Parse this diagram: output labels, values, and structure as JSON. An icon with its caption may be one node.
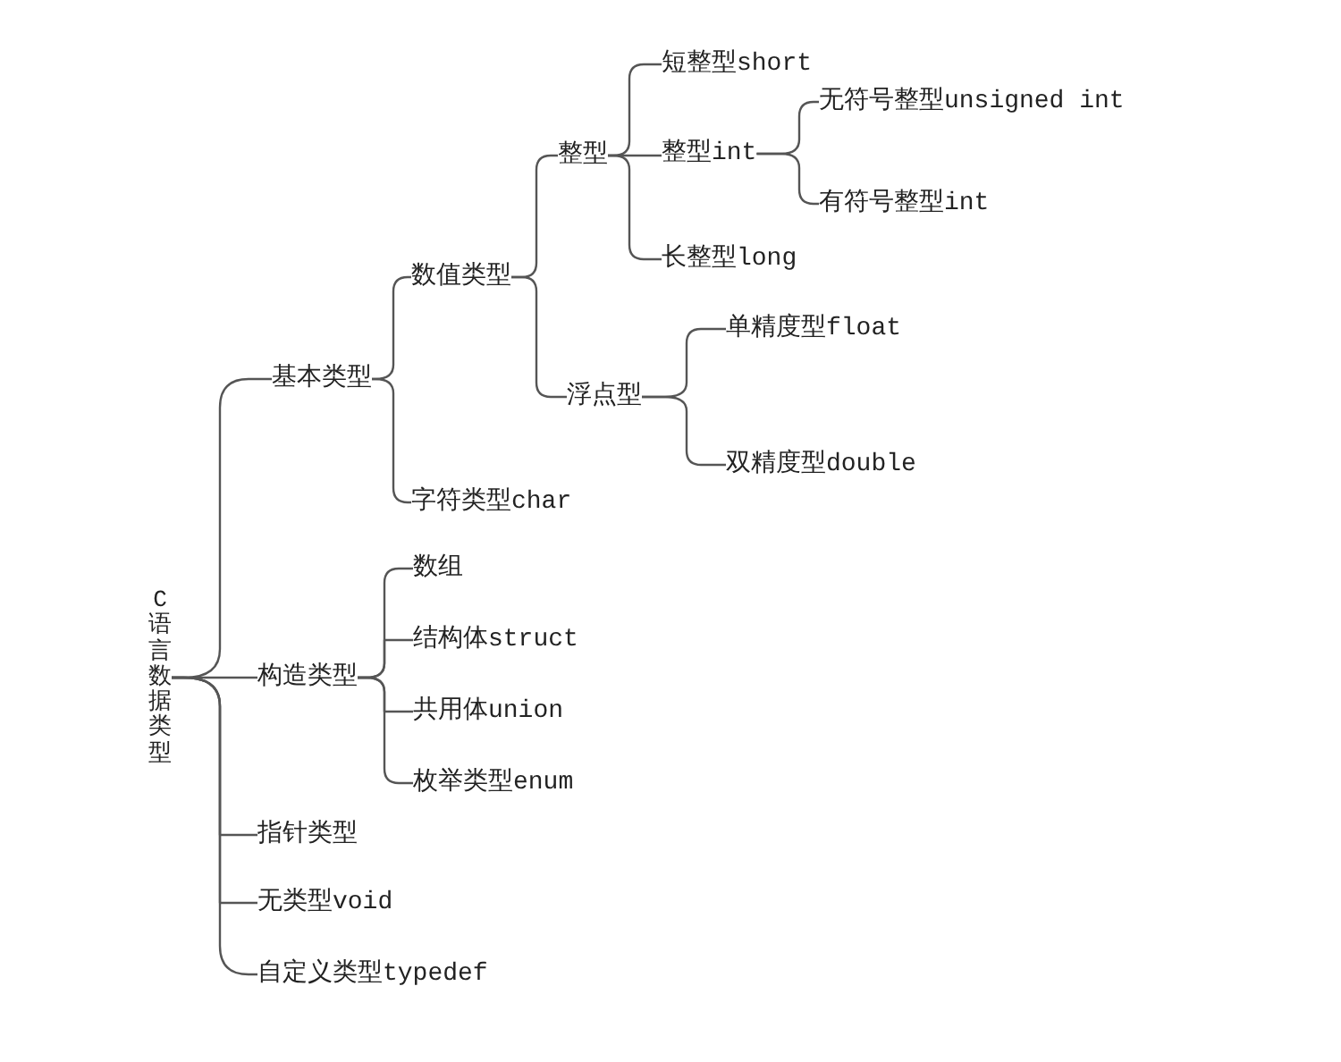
{
  "diagram": {
    "nodes": [
      {
        "text": [
          "C语言数据类型"
        ]
      },
      {
        "text": [
          "基本类型"
        ]
      },
      {
        "text": [
          "数值类型"
        ]
      },
      {
        "text": [
          "整型"
        ]
      },
      {
        "text": [
          "短整型short"
        ]
      },
      {
        "text": [
          "整型int"
        ]
      },
      {
        "text": [
          "无符号整型unsigned int"
        ]
      },
      {
        "text": [
          "有符号整型int"
        ]
      },
      {
        "text": [
          "长整型long"
        ]
      },
      {
        "text": [
          "浮点型"
        ]
      },
      {
        "text": [
          "单精度型float"
        ]
      },
      {
        "text": [
          "双精度型double"
        ]
      },
      {
        "text": [
          "字符类型char"
        ]
      },
      {
        "text": [
          "构造类型"
        ]
      },
      {
        "text": [
          "数组"
        ]
      },
      {
        "text": [
          "结构体struct"
        ]
      },
      {
        "text": [
          "共用体union"
        ]
      },
      {
        "text": [
          "枚举类型enum"
        ]
      },
      {
        "text": [
          "指针类型"
        ]
      },
      {
        "text": [
          "无类型void"
        ]
      },
      {
        "text": [
          "自定义类型typedef"
        ]
      }
    ],
    "edges": [
      {
        "from": 0,
        "to": 1,
        "arrow": "none"
      },
      {
        "from": 0,
        "to": 13,
        "arrow": "none"
      },
      {
        "from": 0,
        "to": 18,
        "arrow": "none"
      },
      {
        "from": 0,
        "to": 19,
        "arrow": "none"
      },
      {
        "from": 0,
        "to": 20,
        "arrow": "none"
      },
      {
        "from": 1,
        "to": 2,
        "arrow": "none"
      },
      {
        "from": 1,
        "to": 12,
        "arrow": "none"
      },
      {
        "from": 2,
        "to": 3,
        "arrow": "none"
      },
      {
        "from": 2,
        "to": 9,
        "arrow": "none"
      },
      {
        "from": 3,
        "to": 4,
        "arrow": "none"
      },
      {
        "from": 3,
        "to": 5,
        "arrow": "none"
      },
      {
        "from": 3,
        "to": 8,
        "arrow": "none"
      },
      {
        "from": 5,
        "to": 6,
        "arrow": "none"
      },
      {
        "from": 5,
        "to": 7,
        "arrow": "none"
      },
      {
        "from": 9,
        "to": 10,
        "arrow": "none"
      },
      {
        "from": 9,
        "to": 11,
        "arrow": "none"
      },
      {
        "from": 13,
        "to": 14,
        "arrow": "none"
      },
      {
        "from": 13,
        "to": 15,
        "arrow": "none"
      },
      {
        "from": 13,
        "to": 16,
        "arrow": "none"
      },
      {
        "from": 13,
        "to": 17,
        "arrow": "none"
      }
    ]
  }
}
